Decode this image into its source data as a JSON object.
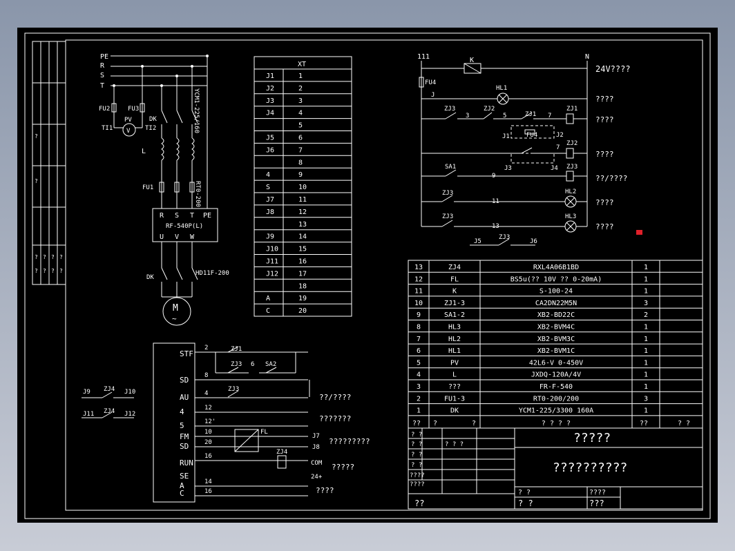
{
  "colors": {
    "background_top": "#8a96aa",
    "sheet": "#000000",
    "lines": "#ffffff",
    "marker": "#e0202a"
  },
  "power": {
    "bus_labels": [
      "PE",
      "R",
      "S",
      "T"
    ],
    "fuse_labels": [
      "FU2",
      "FU3",
      "FU1"
    ],
    "pv_label": "PV",
    "ti1": "TI1",
    "ti2": "TI2",
    "dk_top": "DK",
    "breaker": "YCM1-225/160",
    "reactor": "L",
    "fuse_rating": "RT0-200",
    "inverter_terminals_in": [
      "R",
      "S",
      "T",
      "PE"
    ],
    "inverter_model": "RF-540P(L)",
    "inverter_terminals_out": [
      "U",
      "V",
      "W"
    ],
    "dk_bottom": "DK",
    "contactor": "HD11F-200",
    "motor": "M"
  },
  "xt_table": {
    "header": "XT",
    "rows": [
      [
        "J1",
        "1"
      ],
      [
        "J2",
        "2"
      ],
      [
        "J3",
        "3"
      ],
      [
        "J4",
        "4"
      ],
      [
        "",
        "5"
      ],
      [
        "J5",
        "6"
      ],
      [
        "J6",
        "7"
      ],
      [
        "",
        "8"
      ],
      [
        "4",
        "9"
      ],
      [
        "S",
        "10"
      ],
      [
        "J7",
        "11"
      ],
      [
        "J8",
        "12"
      ],
      [
        "",
        "13"
      ],
      [
        "J9",
        "14"
      ],
      [
        "J10",
        "15"
      ],
      [
        "J11",
        "16"
      ],
      [
        "J12",
        "17"
      ],
      [
        "",
        "18"
      ],
      [
        "A",
        "19"
      ],
      [
        "C",
        "20"
      ]
    ]
  },
  "control": {
    "top_left": "111",
    "top_right": "N",
    "k_label": "K",
    "voltage": "24V????",
    "fu4": "FU4",
    "j_label": "J",
    "hl1": "HL1",
    "zj3": "ZJ3",
    "zj2": "ZJ2",
    "zj1": "ZJ1",
    "fu4b": "FU4",
    "sa1": "SA1",
    "hl2": "HL2",
    "hl3": "HL3",
    "node_labels": [
      "3",
      "5",
      "7",
      "7",
      "9",
      "11",
      "13"
    ],
    "j_nodes": [
      "J1",
      "J2",
      "J3",
      "J4",
      "J5",
      "J6"
    ],
    "desc": [
      "????",
      "????",
      "????",
      "??/????",
      "????",
      "????"
    ]
  },
  "small": {
    "j9": "J9",
    "zj4a": "ZJ4",
    "j10": "J10",
    "j11": "J11",
    "zj4b": "ZJ4",
    "j12": "J12"
  },
  "drive": {
    "terminals": [
      "STF",
      "SD",
      "AU",
      "4",
      "5",
      "FM",
      "SD",
      "RUN",
      "SE",
      "A",
      "C"
    ],
    "wires": [
      "2",
      "8",
      "4",
      "12",
      "12'",
      "10",
      "20",
      "16",
      "14",
      "16"
    ],
    "zj1": "ZJ1",
    "zj3a": "ZJ3",
    "six": "6",
    "sa2": "SA2",
    "zj3b": "ZJ3",
    "fl": "FL",
    "j7": "J7",
    "j8": "J8",
    "zj4": "ZJ4",
    "com": "COM",
    "v24": "24+",
    "notes": [
      "??/????",
      "???????",
      "?????????",
      "?????",
      "????"
    ]
  },
  "bom": {
    "rows": [
      [
        "13",
        "ZJ4",
        "RXL4A06B1BD",
        "1",
        ""
      ],
      [
        "12",
        "FL",
        "BS5u(?? 10V ?? 0-20mA)",
        "1",
        ""
      ],
      [
        "11",
        "K",
        "S-100-24",
        "1",
        ""
      ],
      [
        "10",
        "ZJ1-3",
        "CA2DN22M5N",
        "3",
        ""
      ],
      [
        "9",
        "SA1-2",
        "XB2-BD22C",
        "2",
        ""
      ],
      [
        "8",
        "HL3",
        "XB2-BVM4C",
        "1",
        ""
      ],
      [
        "7",
        "HL2",
        "XB2-BVM3C",
        "1",
        ""
      ],
      [
        "6",
        "HL1",
        "XB2-BVM1C",
        "1",
        ""
      ],
      [
        "5",
        "PV",
        "42L6-V  0-450V",
        "1",
        ""
      ],
      [
        "4",
        "L",
        "JXDQ-120A/4V",
        "1",
        ""
      ],
      [
        "3",
        "???",
        "FR-F-540",
        "1",
        ""
      ],
      [
        "2",
        "FU1-3",
        "RT0-200/200",
        "3",
        ""
      ],
      [
        "1",
        "DK",
        "YCM1-225/3300 160A",
        "1",
        ""
      ]
    ],
    "header": [
      "??",
      "?",
      "?",
      "?   ?   ?   ?",
      "??",
      "?   ?"
    ]
  },
  "title_block": {
    "title": "?????",
    "subtitle": "??????????",
    "cells": [
      "?   ?",
      "?   ?",
      "?  ?  ?",
      "?   ?",
      "?   ?",
      "????",
      "????",
      "?   ?",
      "????",
      "??",
      "?   ?",
      "???"
    ]
  }
}
